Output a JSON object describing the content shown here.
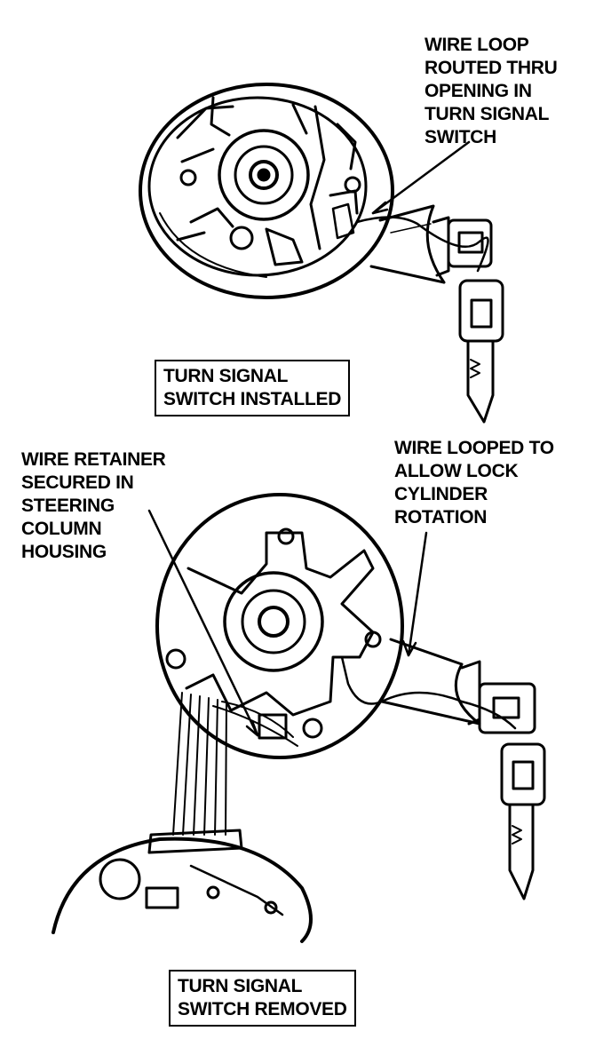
{
  "top_figure": {
    "callout": "WIRE LOOP\nROUTED THRU\nOPENING IN\nTURN SIGNAL\nSWITCH",
    "caption": "TURN SIGNAL\nSWITCH INSTALLED"
  },
  "bottom_figure": {
    "callout_left": "WIRE RETAINER\nSECURED IN\nSTEERING\nCOLUMN\nHOUSING",
    "callout_right": "WIRE LOOPED TO\nALLOW LOCK\nCYLINDER\nROTATION",
    "caption": "TURN SIGNAL\nSWITCH REMOVED"
  }
}
